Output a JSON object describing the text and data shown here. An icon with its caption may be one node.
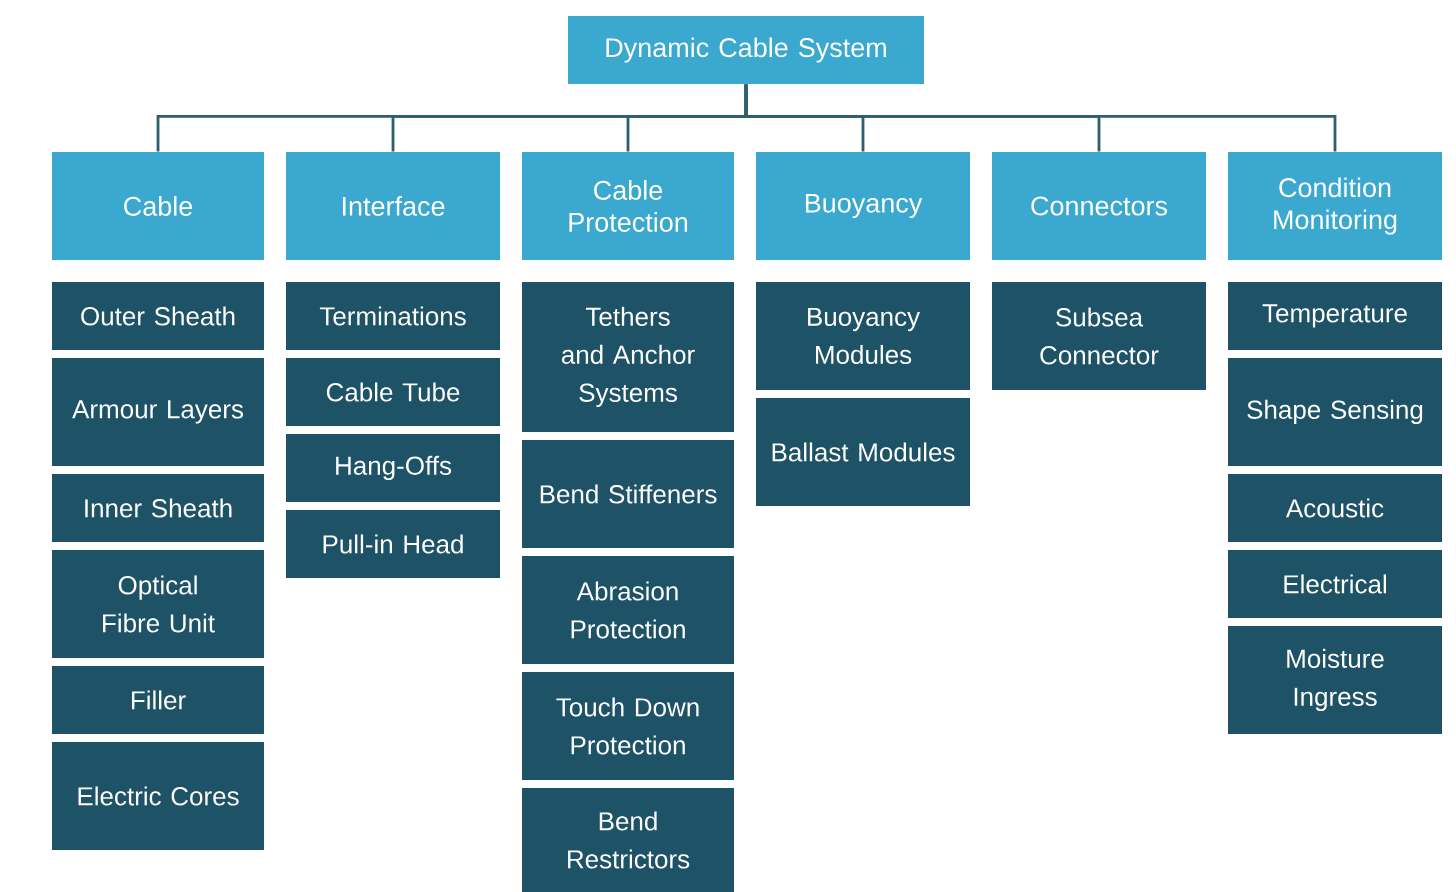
{
  "diagram": {
    "nodes": [
      {
        "text": [
          "Dynamic Cable System"
        ]
      },
      {
        "text": [
          "Cable"
        ]
      },
      {
        "text": [
          "Interface"
        ]
      },
      {
        "text": [
          "Cable Protection"
        ]
      },
      {
        "text": [
          "Buoyancy"
        ]
      },
      {
        "text": [
          "Connectors"
        ]
      },
      {
        "text": [
          "Condition Monitoring"
        ]
      },
      {
        "text": [
          "Outer Sheath"
        ]
      },
      {
        "text": [
          "Armour Layers"
        ]
      },
      {
        "text": [
          "Inner Sheath"
        ]
      },
      {
        "text": [
          "Optical Fibre Unit"
        ]
      },
      {
        "text": [
          "Filler"
        ]
      },
      {
        "text": [
          "Electric Cores"
        ]
      },
      {
        "text": [
          "Terminations"
        ]
      },
      {
        "text": [
          "Cable Tube"
        ]
      },
      {
        "text": [
          "Hang-Offs"
        ]
      },
      {
        "text": [
          "Pull-in Head"
        ]
      },
      {
        "text": [
          "Tethers and Anchor Systems"
        ]
      },
      {
        "text": [
          "Bend Stiffeners"
        ]
      },
      {
        "text": [
          "Abrasion Protection"
        ]
      },
      {
        "text": [
          "Touch Down Protection"
        ]
      },
      {
        "text": [
          "Bend Restrictors"
        ]
      },
      {
        "text": [
          "Buoyancy Modules"
        ]
      },
      {
        "text": [
          "Ballast Modules"
        ]
      },
      {
        "text": [
          "Subsea Connector"
        ]
      },
      {
        "text": [
          "Temperature"
        ]
      },
      {
        "text": [
          "Shape Sensing"
        ]
      },
      {
        "text": [
          "Acoustic"
        ]
      },
      {
        "text": [
          "Electrical"
        ]
      },
      {
        "text": [
          "Moisture Ingress"
        ]
      }
    ],
    "edges": [
      {
        "from": 0,
        "to": 1,
        "arrow": "none"
      },
      {
        "from": 0,
        "to": 2,
        "arrow": "none"
      },
      {
        "from": 0,
        "to": 3,
        "arrow": "none"
      },
      {
        "from": 0,
        "to": 4,
        "arrow": "none"
      },
      {
        "from": 0,
        "to": 5,
        "arrow": "none"
      },
      {
        "from": 0,
        "to": 6,
        "arrow": "none"
      }
    ]
  }
}
